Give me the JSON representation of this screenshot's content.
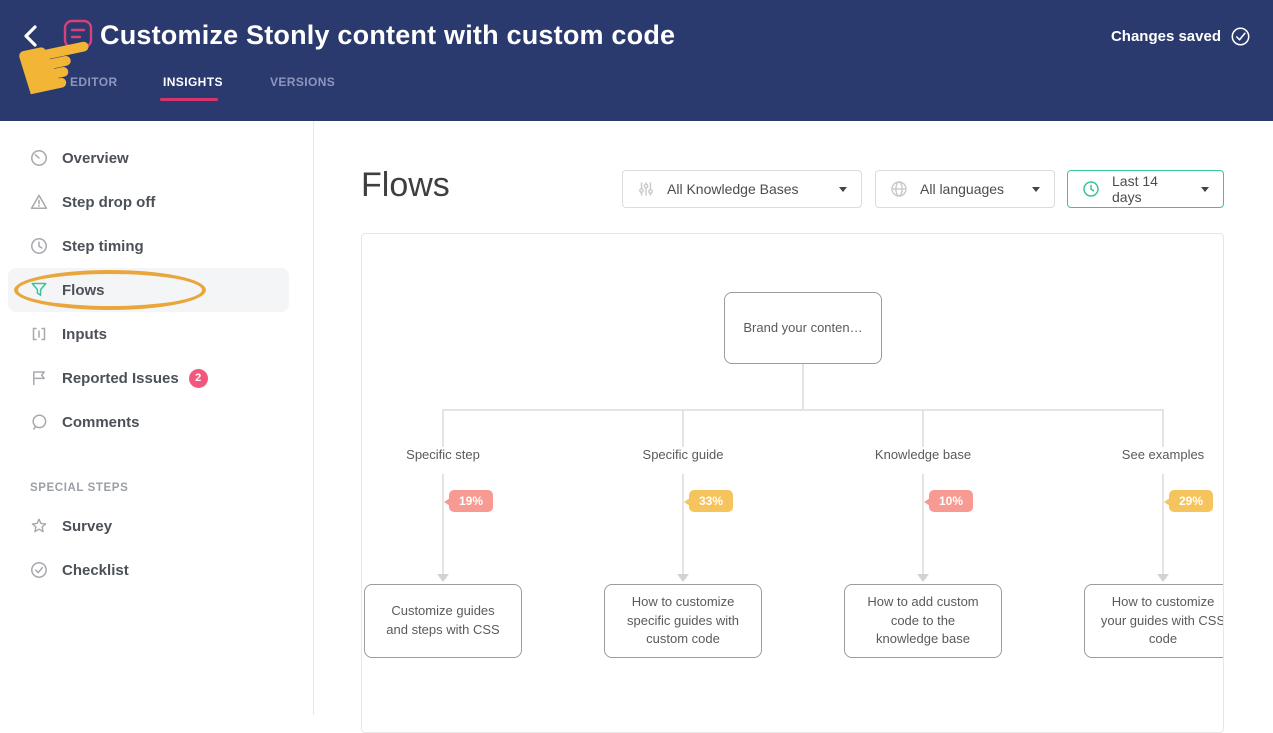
{
  "header": {
    "title": "Customize Stonly content with custom code",
    "changes_saved_label": "Changes saved",
    "tabs": [
      {
        "label": "EDITOR"
      },
      {
        "label": "INSIGHTS"
      },
      {
        "label": "VERSIONS"
      }
    ]
  },
  "sidebar": {
    "items": [
      {
        "label": "Overview",
        "icon": "gauge-icon"
      },
      {
        "label": "Step drop off",
        "icon": "warning-triangle-icon"
      },
      {
        "label": "Step timing",
        "icon": "clock-icon"
      },
      {
        "label": "Flows",
        "icon": "funnel-icon",
        "active": true
      },
      {
        "label": "Inputs",
        "icon": "input-brackets-icon"
      },
      {
        "label": "Reported Issues",
        "icon": "flag-icon",
        "badge": "2"
      },
      {
        "label": "Comments",
        "icon": "comment-bubble-icon"
      }
    ],
    "section_title": "SPECIAL STEPS",
    "special_items": [
      {
        "label": "Survey",
        "icon": "star-icon"
      },
      {
        "label": "Checklist",
        "icon": "check-circle-icon"
      }
    ]
  },
  "main": {
    "title": "Flows",
    "filters": {
      "knowledge_bases": "All Knowledge Bases",
      "languages": "All languages",
      "date_range": "Last 14 days"
    }
  },
  "flow": {
    "root_label": "Brand your conten…",
    "branches": [
      {
        "label": "Specific step",
        "percent": "19%",
        "tone": "salmon",
        "target": "Customize guides and steps with CSS"
      },
      {
        "label": "Specific guide",
        "percent": "33%",
        "tone": "amber",
        "target": "How to customize specific guides with custom code"
      },
      {
        "label": "Knowledge base",
        "percent": "10%",
        "tone": "salmon",
        "target": "How to add custom code to the knowledge base"
      },
      {
        "label": "See examples",
        "percent": "29%",
        "tone": "amber",
        "target": "How to customize your guides with CSS code"
      }
    ]
  },
  "colors": {
    "header_navy": "#2b3a6e",
    "accent_pink": "#d6336f",
    "teal": "#3cc39a",
    "salmon_badge": "#f79b92",
    "amber_badge": "#f6c45c",
    "annotation_orange": "#e9a63c",
    "hand_yellow": "#f2b535",
    "issues_badge_pink": "#f4577c"
  }
}
